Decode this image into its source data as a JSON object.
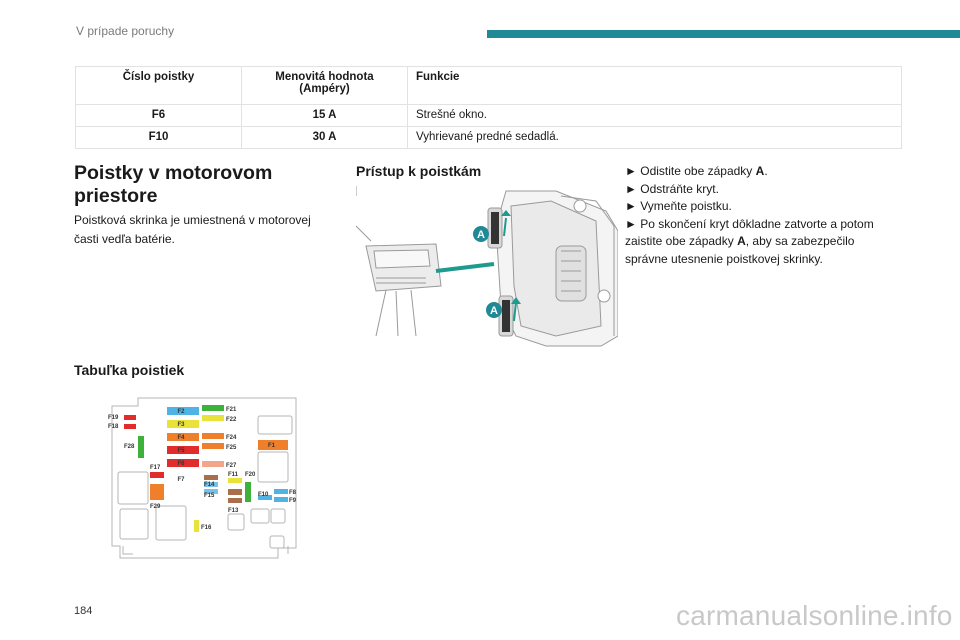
{
  "header": {
    "section_title": "V prípade poruchy",
    "accent_color": "#1f8a96"
  },
  "fuse_table": {
    "headers": [
      "Číslo poistky",
      "Menovitá hodnota (Ampéry)",
      "Funkcie"
    ],
    "header_line1": "Menovitá hodnota",
    "header_line2": "(Ampéry)",
    "rows": [
      {
        "number": "F6",
        "amps": "15 A",
        "function": "Strešné okno."
      },
      {
        "number": "F10",
        "amps": "30 A",
        "function": "Vyhrievané predné sedadlá."
      }
    ]
  },
  "engine_section": {
    "title_line1": "Poistky v motorovom",
    "title_line2": "priestore",
    "description": "Poistková skrinka je umiestnená v motorovej časti vedľa batérie."
  },
  "access_section": {
    "title": "Prístup k poistkám",
    "label_a": "A"
  },
  "steps": {
    "bullet": "►",
    "items": [
      {
        "before": "Odistite obe západky ",
        "bold": "A",
        "after": "."
      },
      {
        "before": "Odstráňte kryt.",
        "bold": "",
        "after": ""
      },
      {
        "before": "Vymeňte poistku.",
        "bold": "",
        "after": ""
      },
      {
        "before": "Po skončení kryt dôkladne zatvorte a potom zaistite obe západky ",
        "bold": "A",
        "after": ", aby sa zabezpečilo správne utesnenie poistkovej skrinky."
      }
    ]
  },
  "fuse_table_section": {
    "title": "Tabuľka poistiek",
    "labels": {
      "F1": "F1",
      "F2": "F2",
      "F3": "F3",
      "F4": "F4",
      "F5": "F5",
      "F6": "F6",
      "F7": "F7",
      "F8": "F8",
      "F9": "F9",
      "F10": "F10",
      "F11": "F11",
      "F13": "F13",
      "F14": "F14",
      "F15": "F15",
      "F16": "F16",
      "F17": "F17",
      "F18": "F18",
      "F19": "F19",
      "F20": "F20",
      "F21": "F21",
      "F22": "F22",
      "F24": "F24",
      "F25": "F25",
      "F27": "F27",
      "F28": "F28",
      "F29": "F29"
    },
    "colors": {
      "blue": "#4fb3e6",
      "green": "#3db13a",
      "yellow": "#e8e23a",
      "orange": "#f07f2b",
      "red": "#e22b2b",
      "salmon": "#f2a58a",
      "brown": "#a8704a",
      "lightblue": "#79c1e6"
    }
  },
  "footer": {
    "page_number": "184",
    "watermark": "carmanualsonline.info"
  }
}
